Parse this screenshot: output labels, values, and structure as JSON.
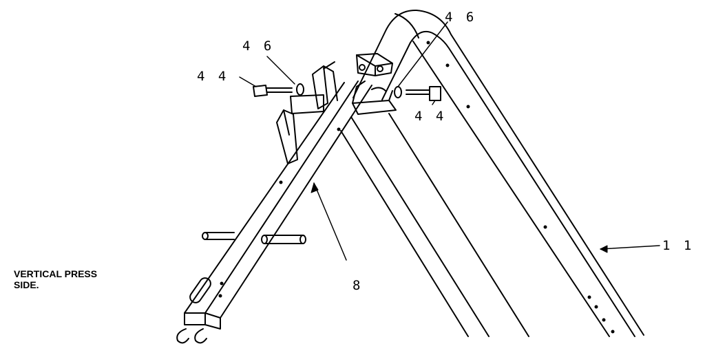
{
  "caption": {
    "line1": "VERTICAL PRESS",
    "line2": "SIDE."
  },
  "callouts": {
    "bolt_left": "4 4",
    "washer_left": "4 6",
    "washer_right": "4 6",
    "bolt_right": "4 4",
    "crossbar": "8",
    "upright": "1 1"
  }
}
